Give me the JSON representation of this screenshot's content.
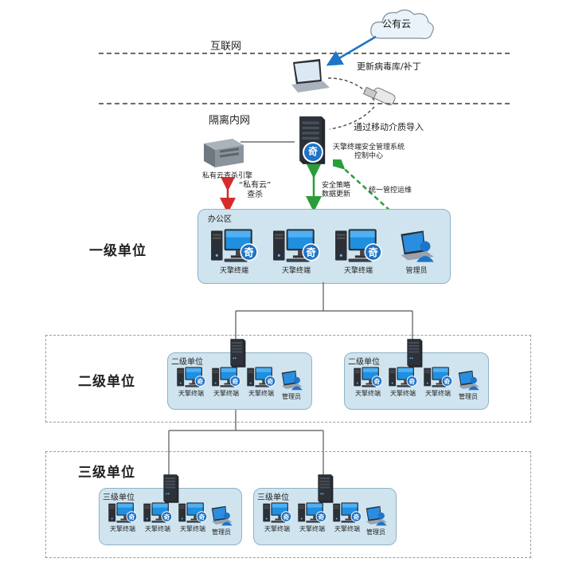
{
  "top": {
    "cloud_label": "公有云",
    "internet_label": "互联网",
    "update_label": "更新病毒库/补丁",
    "media_label": "通过移动介质导入",
    "intranet_label": "隔离内网",
    "control_center_label": "天擎终端安全管理系统\n控制中心",
    "private_cloud_engine_label": "私有云查杀引擎",
    "private_cloud_scan_label": "“私有云”\n查杀",
    "policy_label": "安全策略\n数据更新",
    "unified_label": "统一管控运维"
  },
  "levels": {
    "level1": "一级单位",
    "level2": "二级单位",
    "level3": "三级单位"
  },
  "office": {
    "zone_label": "办公区",
    "terminals": [
      "天擎终端",
      "天擎终端",
      "天擎终端"
    ],
    "admin": "管理员"
  },
  "level2": {
    "zones": [
      {
        "label": "二级单位",
        "terminals": [
          "天擎终端",
          "天擎终端",
          "天擎终端"
        ],
        "admin": "管理员"
      },
      {
        "label": "二级单位",
        "terminals": [
          "天擎终端",
          "天擎终端",
          "天擎终端"
        ],
        "admin": "管理员"
      }
    ]
  },
  "level3": {
    "zones": [
      {
        "label": "三级单位",
        "terminals": [
          "天擎终端",
          "天擎终端",
          "天擎终端"
        ],
        "admin": "管理员"
      },
      {
        "label": "三级单位",
        "terminals": [
          "天擎终端",
          "天擎终端",
          "天擎终端"
        ],
        "admin": "管理员"
      }
    ]
  },
  "colors": {
    "zone_fill": "#cfe4ef",
    "accent_blue": "#1e74c8",
    "arrow_green": "#2a9d3a",
    "arrow_red": "#d62b2b",
    "dashed_gray": "#6b6b6b"
  },
  "icons": {
    "terminal": "desktop-computer-icon",
    "server": "server-icon",
    "admin": "admin-laptop-icon",
    "cloud": "cloud-icon",
    "usb": "usb-drive-icon",
    "laptop": "laptop-icon"
  }
}
